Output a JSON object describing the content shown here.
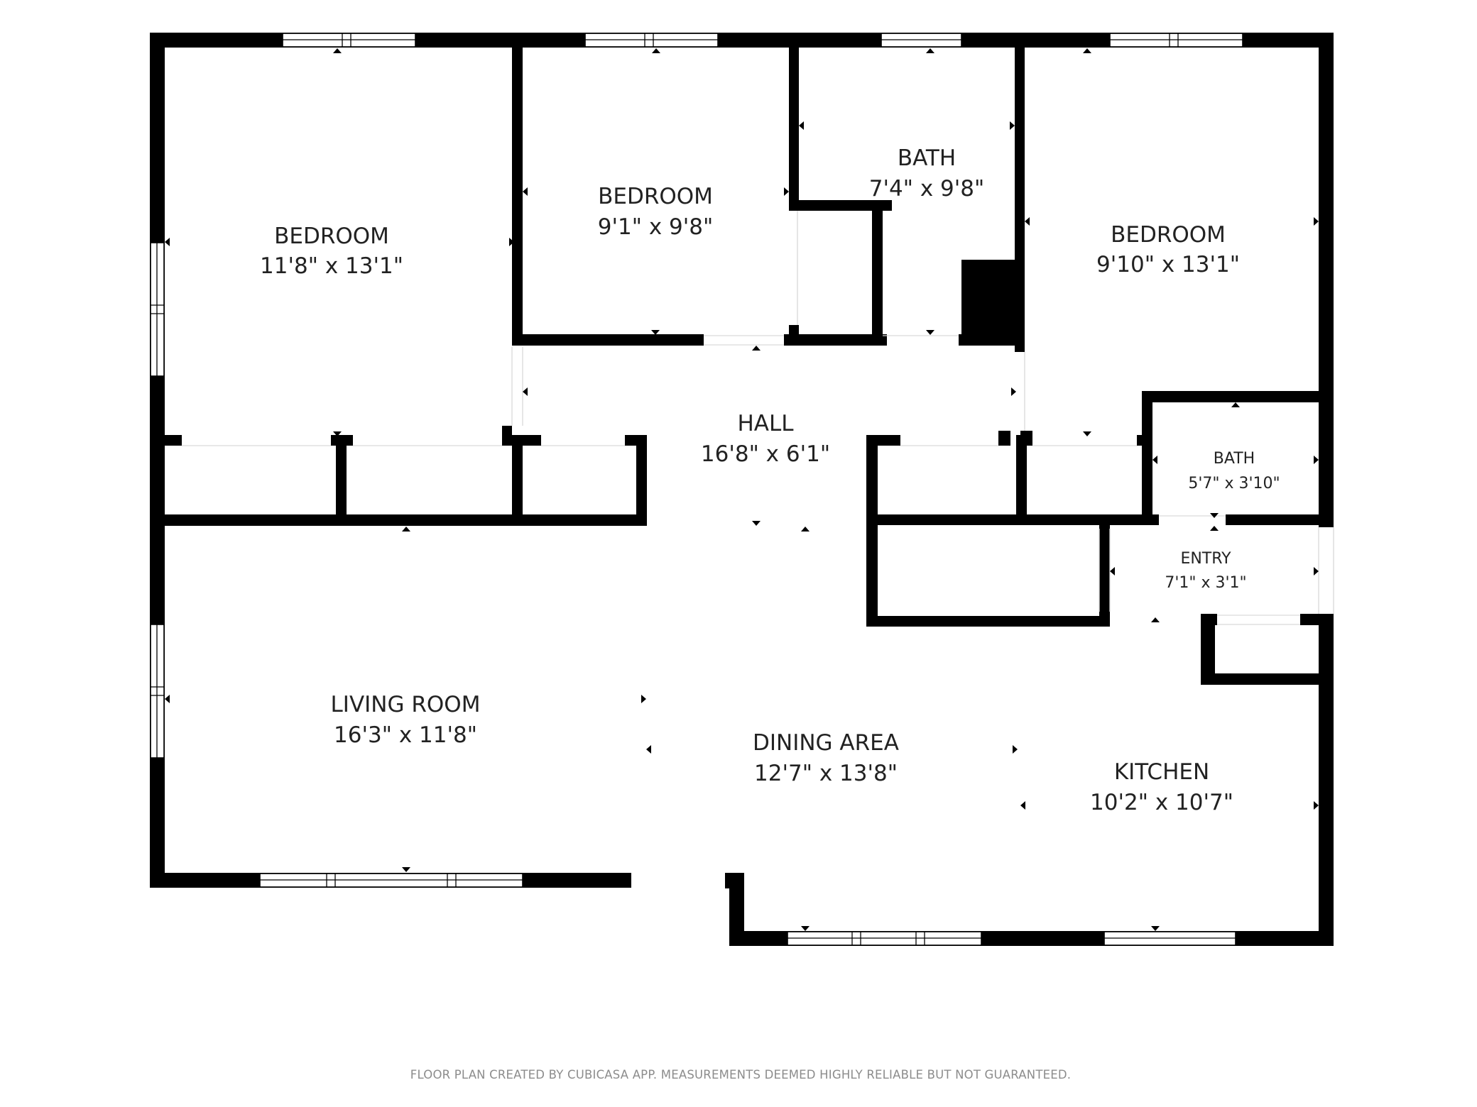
{
  "rooms": {
    "bedroom_1": {
      "name": "BEDROOM",
      "dimensions": "11'8\" x 13'1\""
    },
    "bedroom_2": {
      "name": "BEDROOM",
      "dimensions": "9'1\" x 9'8\""
    },
    "bath_1": {
      "name": "BATH",
      "dimensions": "7'4\" x 9'8\""
    },
    "bedroom_3": {
      "name": "BEDROOM",
      "dimensions": "9'10\" x 13'1\""
    },
    "hall": {
      "name": "HALL",
      "dimensions": "16'8\" x 6'1\""
    },
    "bath_2": {
      "name": "BATH",
      "dimensions": "5'7\" x 3'10\""
    },
    "entry": {
      "name": "ENTRY",
      "dimensions": "7'1\" x 3'1\""
    },
    "living_room": {
      "name": "LIVING ROOM",
      "dimensions": "16'3\" x 11'8\""
    },
    "dining_area": {
      "name": "DINING AREA",
      "dimensions": "12'7\" x 13'8\""
    },
    "kitchen": {
      "name": "KITCHEN",
      "dimensions": "10'2\" x 10'7\""
    }
  },
  "footer": "FLOOR PLAN CREATED BY CUBICASA APP. MEASUREMENTS DEEMED HIGHLY RELIABLE BUT NOT GUARANTEED."
}
